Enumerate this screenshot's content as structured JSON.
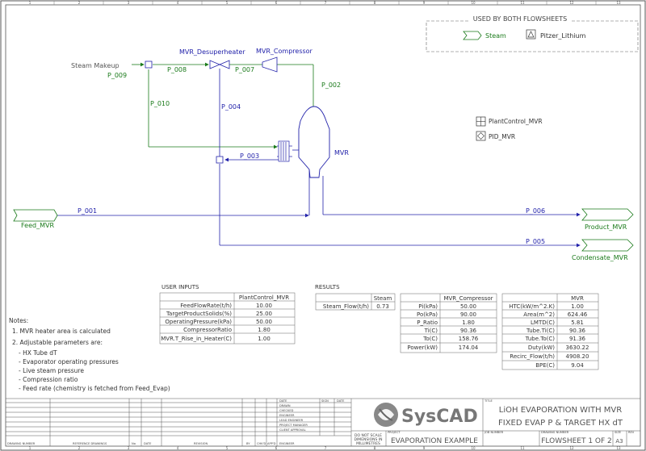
{
  "border": {
    "top_numbers": [
      "1",
      "2",
      "3",
      "4",
      "5",
      "6",
      "7",
      "8",
      "9",
      "10",
      "11",
      "12",
      "13"
    ],
    "bottom_numbers": [
      "1",
      "2",
      "3",
      "4",
      "5",
      "6",
      "7",
      "8",
      "9",
      "10",
      "11",
      "12",
      "13"
    ]
  },
  "legend": {
    "title": "USED BY BOTH FLOWSHEETS",
    "steam_label": "Steam",
    "pitzer_label": "Pitzer_Lithium"
  },
  "units": {
    "mvr_desuperheater": "MVR_Desuperheater",
    "mvr_compressor": "MVR_Compressor",
    "mvr": "MVR",
    "steam_makeup": "Steam Makeup",
    "plant_control": "PlantControl_MVR",
    "pid": "PID_MVR"
  },
  "streams": {
    "p001": "P_001",
    "p002": "P_002",
    "p003": "P_003",
    "p004": "P_004",
    "p005": "P_005",
    "p006": "P_006",
    "p007": "P_007",
    "p008": "P_008",
    "p009": "P_009",
    "p010": "P_010"
  },
  "terminals": {
    "feed": "Feed_MVR",
    "product": "Product_MVR",
    "condensate": "Condensate_MVR"
  },
  "user_inputs": {
    "title": "USER INPUTS",
    "column": "PlantControl_MVR",
    "rows": [
      {
        "label": "FeedFlowRate(t/h)",
        "value": "10.00"
      },
      {
        "label": "TargetProductSolids(%)",
        "value": "25.00"
      },
      {
        "label": "OperatingPressure(kPa)",
        "value": "50.00"
      },
      {
        "label": "CompressorRatio",
        "value": "1.80"
      },
      {
        "label": "MVR.T_Rise_in_Heater(C)",
        "value": "1.00"
      }
    ]
  },
  "results": {
    "title": "RESULTS",
    "steam_col": "Steam",
    "steam_row_label": "Steam_Flow(t/h)",
    "steam_row_value": "0.73",
    "comp_col": "MVR_Compressor",
    "comp_rows": [
      {
        "label": "Pi(kPa)",
        "value": "50.00"
      },
      {
        "label": "Po(kPa)",
        "value": "90.00"
      },
      {
        "label": "P_Ratio",
        "value": "1.80"
      },
      {
        "label": "Ti(C)",
        "value": "90.36"
      },
      {
        "label": "To(C)",
        "value": "158.76"
      },
      {
        "label": "Power(kW)",
        "value": "174.04"
      }
    ],
    "mvr_col": "MVR",
    "mvr_rows": [
      {
        "label": "HTC(kW/m^2.K)",
        "value": "1.00"
      },
      {
        "label": "Area(m^2)",
        "value": "624.46"
      },
      {
        "label": "LMTD(C)",
        "value": "5.81"
      },
      {
        "label": "Tube.Ti(C)",
        "value": "90.36"
      },
      {
        "label": "Tube.To(C)",
        "value": "91.36"
      },
      {
        "label": "Duty(kW)",
        "value": "3630.22"
      },
      {
        "label": "Recirc_Flow(t/h)",
        "value": "4908.20"
      },
      {
        "label": "BPE(C)",
        "value": "9.04"
      }
    ]
  },
  "notes": {
    "title": "Notes:",
    "n1": "1. MVR heater area is calculated",
    "n2": "2. Adjustable parameters are:",
    "items": [
      "- HX Tube dT",
      "- Evaporator operating pressures",
      "- Live steam pressure",
      "- Compression ratio",
      "- Feed rate (chemistry is fetched from Feed_Evap)"
    ]
  },
  "title_block": {
    "logo": "SysCAD",
    "title_line1": "LiOH EVAPORATION WITH MVR",
    "title_line2": "FIXED EVAP P & TARGET HX dT",
    "project": "EVAPORATION EXAMPLE",
    "sheet": "FLOWSHEET 1 OF 2",
    "size": "A3",
    "scale_note_1": "DO NOT SCALE",
    "scale_note_2": "DIMENSIONS IN",
    "scale_note_3": "MILLIMETRES",
    "lbl_title": "TITLE",
    "lbl_project": "PROJECT",
    "lbl_job": "JOB NUMBER",
    "lbl_drawing": "DRAWING NUMBER",
    "lbl_size": "SIZE",
    "lbl_rev": "REV",
    "lbl_drawing_number": "DRAWING NUMBER",
    "lbl_ref": "REFERENCE DRAWINGS",
    "lbl_no": "No",
    "lbl_date": "DATE",
    "lbl_revision": "REVISION",
    "lbl_by": "BY",
    "lbl_chkd": "CHK'D",
    "lbl_appd": "APP'D",
    "lbl_engineer": "ENGINEER",
    "roles": [
      "DATE",
      "DRAWN",
      "CHECKED",
      "ENGINEER",
      "LEAD ENGINEER",
      "PROJECT MANAGER",
      "CLIENT APPROVAL"
    ]
  }
}
